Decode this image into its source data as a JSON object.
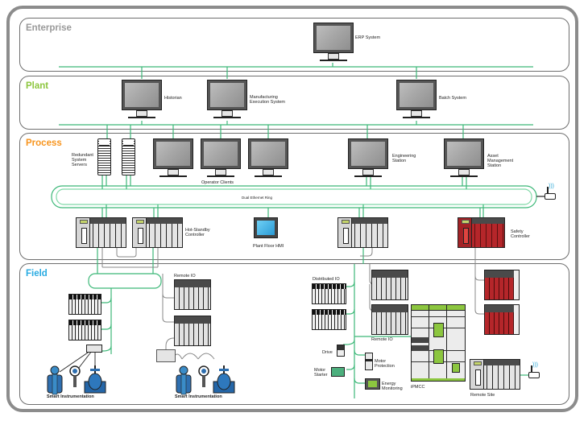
{
  "diagram": {
    "title": "Industrial automation network architecture",
    "colors": {
      "enterprise": "#9a9a9a",
      "plant": "#8dc63f",
      "process": "#f7941d",
      "field": "#29abe2",
      "network": "#3cb878",
      "frame": "#8c8c8c",
      "safety_red": "#b5262a",
      "hmi_blue": "#2a9bd6",
      "mcc_green": "#8cc63f"
    },
    "layers": {
      "enterprise": {
        "title": "Enterprise",
        "nodes": [
          {
            "label": "ERP System",
            "icon": "monitor-icon"
          }
        ]
      },
      "plant": {
        "title": "Plant",
        "nodes": [
          {
            "label": "Historian",
            "icon": "monitor-icon"
          },
          {
            "label": "Manufacturing\nExecution System",
            "icon": "monitor-icon"
          },
          {
            "label": "Batch System",
            "icon": "monitor-icon"
          }
        ]
      },
      "process": {
        "title": "Process",
        "servers_label": "Redundant\nSystem\nServers",
        "operator_clients_label": "Operator Clients",
        "engineering_label": "Engineering\nStation",
        "asset_label": "Asset\nManagement\nStation",
        "ring_label": "Dual Ethernet Ring",
        "hot_standby_label": "Hot-Standby\nController",
        "hmi_label": "Plant Floor HMI",
        "safety_label": "Safety\nController"
      },
      "field": {
        "title": "Field",
        "remote_io_label_1": "Remote IO",
        "distributed_io_label": "Distributed IO",
        "remote_io_label_2": "Remote IO",
        "smart_instr_label_1": "Smart Instrumentation",
        "smart_instr_label_2": "Smart Instrumentation",
        "drive_label": "Drive",
        "motor_protection_label": "Motor\nProtection",
        "motor_starter_label": "Motor\nStarter",
        "energy_label": "Energy\nMonitoring",
        "ipmcc_label": "iPMCC",
        "remote_site_label": "Remote Site"
      }
    }
  }
}
